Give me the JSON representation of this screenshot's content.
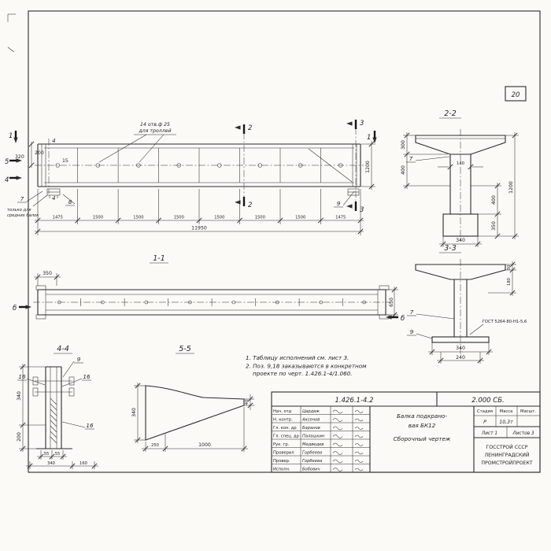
{
  "sheet": {
    "number": "20"
  },
  "main_view": {
    "hole_note_line1": "14 отв.ф 25",
    "hole_note_line2": "для троллей",
    "end_note_line1": "только для",
    "end_note_line2": "средних балок",
    "cut1": "1",
    "cut2": "2",
    "cut3": "3",
    "cut4": "4",
    "cut5": "5",
    "pos7": "7",
    "pos8": "8",
    "pos9": "9",
    "dim_320": "320",
    "dim_200": "200",
    "dim_15": "15",
    "dim_1200": "1200",
    "dims_bottom": [
      "1475",
      "1500",
      "1500",
      "1500",
      "1500",
      "1500",
      "1500",
      "1475"
    ],
    "dim_total": "11950"
  },
  "section22": {
    "title": "2-2",
    "dim_300": "300",
    "dim_400_left": "400",
    "dim_140": "140",
    "dim_1200": "1200",
    "dim_400_right": "400",
    "dim_350": "350",
    "dim_340": "340",
    "pos7": "7"
  },
  "section33": {
    "title": "3-3",
    "dim_30": "30",
    "dim_180": "180",
    "pos7": "7",
    "pos9": "9",
    "weld_note": "ГОСТ 5264-80-Н1-5,6",
    "dim_340": "340",
    "dim_240": "240"
  },
  "section11": {
    "title": "1-1",
    "dim_350": "350",
    "dim_650": "650",
    "cut6_left": "б",
    "cut6_right": "б"
  },
  "detail44": {
    "title": "4-4",
    "pos9": "9",
    "pos16_left": "16",
    "pos16_right": "16",
    "pos16_bottom": "16",
    "dim_340_left": "340",
    "dim_200": "200",
    "dim_55_a": "55",
    "dim_55_b": "55",
    "dim_340_bottom": "340",
    "dim_160": "160"
  },
  "detail55": {
    "title": "5-5",
    "dim_340": "340",
    "dim_40": "40",
    "dim_250": "250",
    "dim_1000": "1000"
  },
  "notes": {
    "line1": "1. Таблицу исполнений см. лист 3.",
    "line2": "2. Поз. 9,18 заказываются в конкретном",
    "line3": "проекте по черт. 1.426.1-4/1.060."
  },
  "title_block": {
    "doc_number": "1.426.1-4.2",
    "doc_code": "2.000 СБ.",
    "title_line1": "Балка подкрано-",
    "title_line2": "вая БК12",
    "title_line3": "Сборочный чертеж",
    "stage_header": "Стадия",
    "mass_header": "Масса",
    "scale_header": "Масшт.",
    "stage_value": "Р",
    "mass_value": "10,3т",
    "sheet_label": "Лист 1",
    "sheets_label": "Листов 3",
    "org_line1": "ГОССТРОЙ СССР",
    "org_line2": "ЛЕНИНГРАДСКИЙ",
    "org_line3": "ПРОМСТРОЙПРОЕКТ",
    "rows": [
      {
        "role": "Нач. отд",
        "name": "Цардаж"
      },
      {
        "role": "Н. контр.",
        "name": "Аксенов"
      },
      {
        "role": "Гл. кон. др",
        "name": "Баранов"
      },
      {
        "role": "Гл. спец. др",
        "name": "Палашкин"
      },
      {
        "role": "Рук. гр.",
        "name": "Медведев"
      },
      {
        "role": "Проверил",
        "name": "Горбеева"
      },
      {
        "role": "Провер.",
        "name": "Горбеева"
      },
      {
        "role": "Исполн.",
        "name": "Бобович"
      }
    ]
  }
}
